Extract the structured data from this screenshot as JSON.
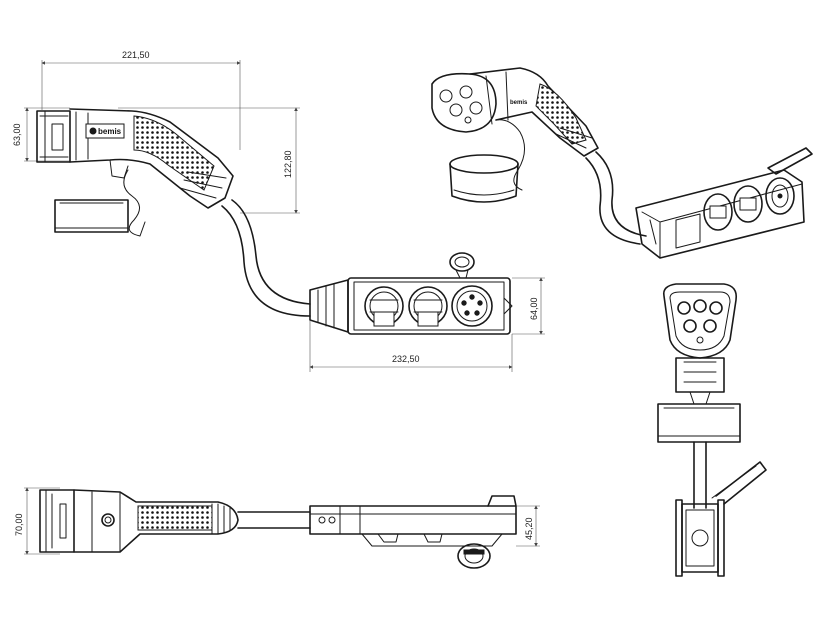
{
  "brand": "bemis",
  "dimensions": {
    "top_width": "221,50",
    "top_height_left": "63,00",
    "top_height_right": "122,80",
    "box_height": "64,00",
    "box_width": "232,50",
    "side_height_left": "70,00",
    "side_height_right": "45,20"
  }
}
